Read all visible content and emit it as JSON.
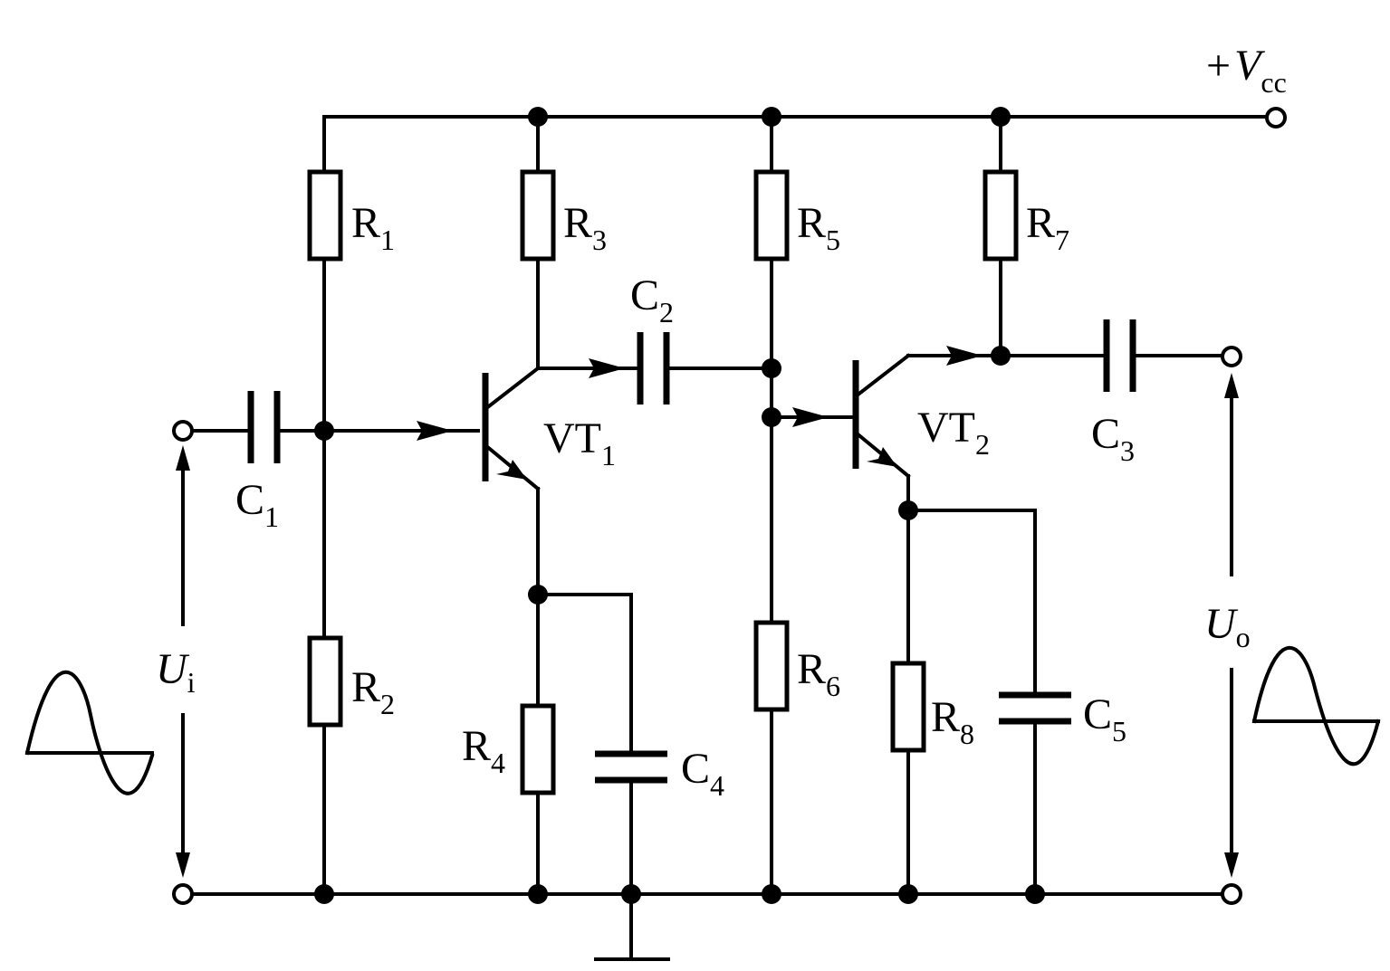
{
  "supply": {
    "plus": "+",
    "symbol": "V",
    "sub": "cc"
  },
  "input": {
    "symbol": "U",
    "sub": "i"
  },
  "output": {
    "symbol": "U",
    "sub": "o"
  },
  "components": {
    "R1": {
      "letter": "R",
      "sub": "1"
    },
    "R2": {
      "letter": "R",
      "sub": "2"
    },
    "R3": {
      "letter": "R",
      "sub": "3"
    },
    "R4": {
      "letter": "R",
      "sub": "4"
    },
    "R5": {
      "letter": "R",
      "sub": "5"
    },
    "R6": {
      "letter": "R",
      "sub": "6"
    },
    "R7": {
      "letter": "R",
      "sub": "7"
    },
    "R8": {
      "letter": "R",
      "sub": "8"
    },
    "C1": {
      "letter": "C",
      "sub": "1"
    },
    "C2": {
      "letter": "C",
      "sub": "2"
    },
    "C3": {
      "letter": "C",
      "sub": "3"
    },
    "C4": {
      "letter": "C",
      "sub": "4"
    },
    "C5": {
      "letter": "C",
      "sub": "5"
    },
    "VT1": {
      "letter": "VT",
      "sub": "1"
    },
    "VT2": {
      "letter": "VT",
      "sub": "2"
    }
  }
}
